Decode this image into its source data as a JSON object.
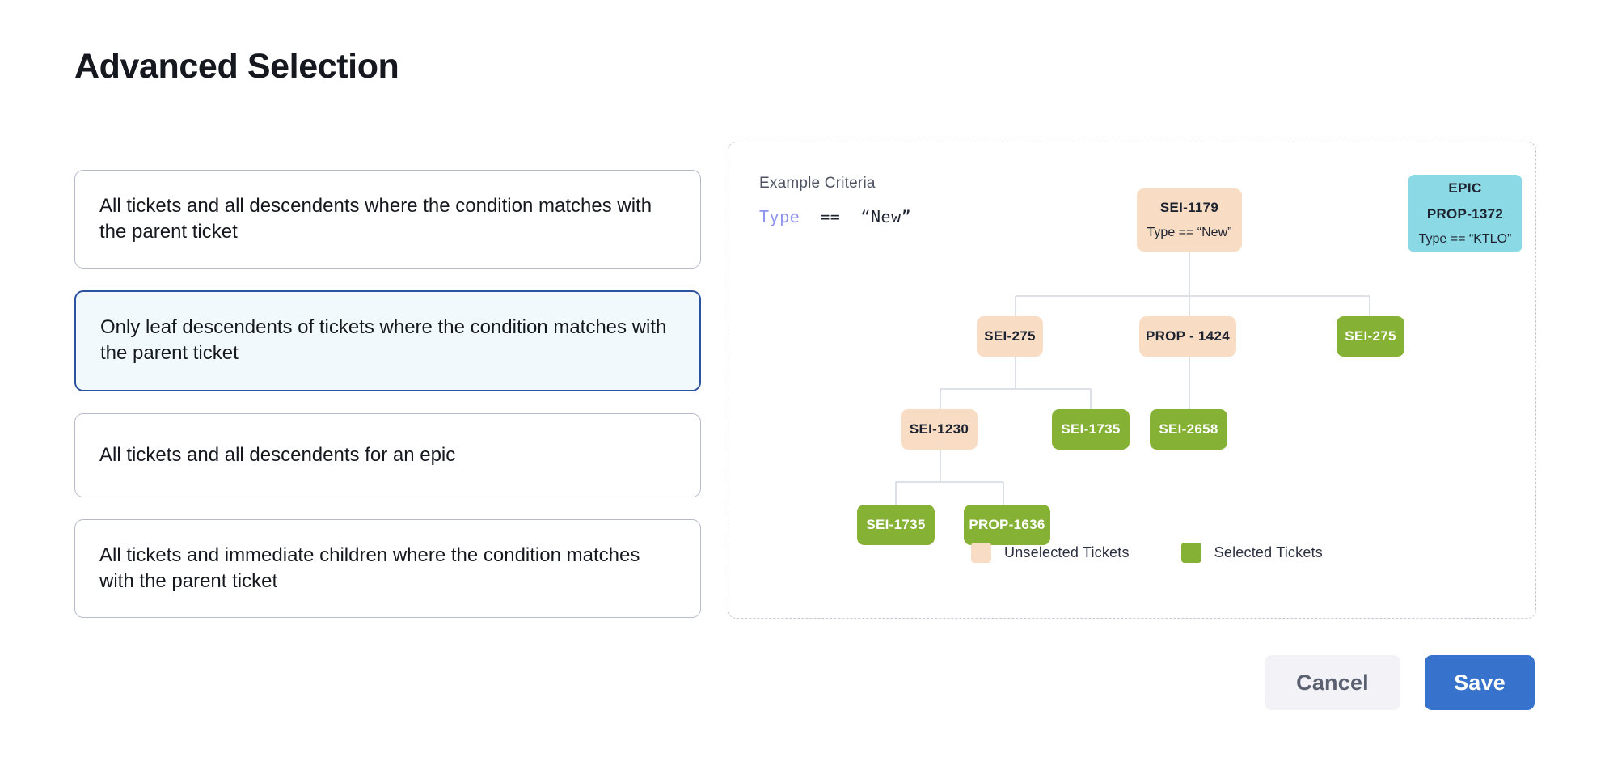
{
  "page_title": "Advanced Selection",
  "options": [
    {
      "label": "All tickets and all descendents where the condition matches with the parent ticket",
      "selected": false
    },
    {
      "label": "Only leaf descendents of tickets where the condition matches with the parent ticket",
      "selected": true
    },
    {
      "label": "All tickets and all descendents for an epic",
      "selected": false
    },
    {
      "label": "All tickets and immediate children where the condition matches with the parent ticket",
      "selected": false
    }
  ],
  "diagram": {
    "criteria_title": "Example Criteria",
    "criteria_keyword": "Type",
    "criteria_operator": "==",
    "criteria_value": "“New”",
    "nodes": {
      "root": {
        "id": "SEI-1179",
        "sub": "Type == “New”",
        "state": "unselected"
      },
      "epic": {
        "tag": "EPIC",
        "id": "PROP-1372",
        "sub": "Type == “KTLO”",
        "state": "epic"
      },
      "r2a": {
        "id": "SEI-275",
        "state": "unselected"
      },
      "r2b": {
        "id": "PROP - 1424",
        "state": "unselected"
      },
      "r2c": {
        "id": "SEI-275",
        "state": "selected"
      },
      "r3a": {
        "id": "SEI-1230",
        "state": "unselected"
      },
      "r3b": {
        "id": "SEI-1735",
        "state": "selected"
      },
      "r3c": {
        "id": "SEI-2658",
        "state": "selected"
      },
      "r4a": {
        "id": "SEI-1735",
        "state": "selected"
      },
      "r4b": {
        "id": "PROP-1636",
        "state": "selected"
      }
    },
    "legend": [
      {
        "label": "Unselected Tickets",
        "state": "unselected",
        "color": "#f8ddc4"
      },
      {
        "label": "Selected Tickets",
        "state": "selected",
        "color": "#85b234"
      }
    ]
  },
  "footer": {
    "cancel_label": "Cancel",
    "save_label": "Save"
  },
  "colors": {
    "accent_blue": "#3772cc",
    "selected_card_border": "#2c52a0",
    "selected_card_bg": "#f2f9fd",
    "card_border": "#b6bacb",
    "node_unselected": "#f8ddc4",
    "node_selected": "#85b234",
    "node_epic": "#8ad9e4",
    "connector": "#d4d7df"
  }
}
